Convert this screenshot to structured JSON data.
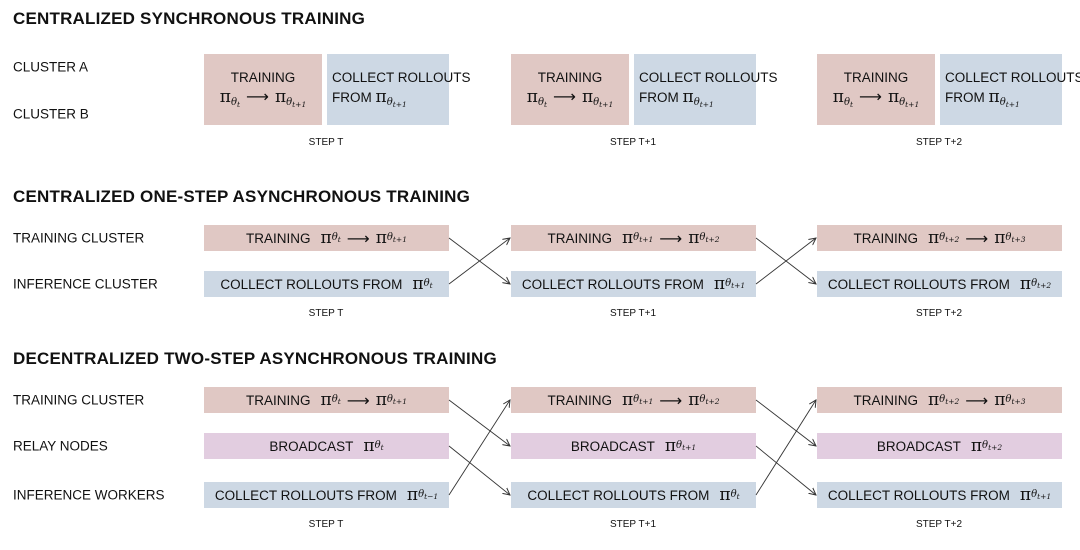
{
  "sections": [
    {
      "title": "CENTRALIZED SYNCHRONOUS TRAINING",
      "row_labels": [
        "CLUSTER A",
        "CLUSTER B"
      ],
      "steps": [
        {
          "label": "STEP T",
          "train_title": "TRAINING",
          "train_from": "t",
          "train_to": "t+1",
          "collect_line1": "COLLECT ROLLOUTS",
          "collect_line2": "FROM",
          "collect_sub": "t+1"
        },
        {
          "label": "STEP T+1",
          "train_title": "TRAINING",
          "train_from": "t",
          "train_to": "t+1",
          "collect_line1": "COLLECT ROLLOUTS",
          "collect_line2": "FROM",
          "collect_sub": "t+1"
        },
        {
          "label": "STEP T+2",
          "train_title": "TRAINING",
          "train_from": "t",
          "train_to": "t+1",
          "collect_line1": "COLLECT ROLLOUTS",
          "collect_line2": "FROM",
          "collect_sub": "t+1"
        }
      ]
    },
    {
      "title": "CENTRALIZED ONE-STEP ASYNCHRONOUS TRAINING",
      "row_labels": [
        "TRAINING CLUSTER",
        "INFERENCE CLUSTER"
      ],
      "steps": [
        {
          "label": "STEP T",
          "train_title": "TRAINING",
          "train_from": "t",
          "train_to": "t+1",
          "collect_title": "COLLECT ROLLOUTS FROM",
          "collect_sub": "t"
        },
        {
          "label": "STEP T+1",
          "train_title": "TRAINING",
          "train_from": "t+1",
          "train_to": "t+2",
          "collect_title": "COLLECT ROLLOUTS FROM",
          "collect_sub": "t+1"
        },
        {
          "label": "STEP T+2",
          "train_title": "TRAINING",
          "train_from": "t+2",
          "train_to": "t+3",
          "collect_title": "COLLECT ROLLOUTS FROM",
          "collect_sub": "t+2"
        }
      ]
    },
    {
      "title": "DECENTRALIZED TWO-STEP ASYNCHRONOUS TRAINING",
      "row_labels": [
        "TRAINING CLUSTER",
        "RELAY NODES",
        "INFERENCE WORKERS"
      ],
      "steps": [
        {
          "label": "STEP T",
          "train_title": "TRAINING",
          "train_from": "t",
          "train_to": "t+1",
          "broadcast_title": "BROADCAST",
          "broadcast_sub": "t",
          "collect_title": "COLLECT ROLLOUTS FROM",
          "collect_sub": "t−1"
        },
        {
          "label": "STEP T+1",
          "train_title": "TRAINING",
          "train_from": "t+1",
          "train_to": "t+2",
          "broadcast_title": "BROADCAST",
          "broadcast_sub": "t+1",
          "collect_title": "COLLECT ROLLOUTS FROM",
          "collect_sub": "t"
        },
        {
          "label": "STEP T+2",
          "train_title": "TRAINING",
          "train_from": "t+2",
          "train_to": "t+3",
          "broadcast_title": "BROADCAST",
          "broadcast_sub": "t+2",
          "collect_title": "COLLECT ROLLOUTS FROM",
          "collect_sub": "t+1"
        }
      ]
    }
  ],
  "symbols": {
    "pi": "π",
    "theta": "θ",
    "arrow": "⟶"
  },
  "colors": {
    "training": "#e0c8c4",
    "collect": "#cdd8e4",
    "broadcast": "#e2cde0",
    "connector": "#333333"
  }
}
